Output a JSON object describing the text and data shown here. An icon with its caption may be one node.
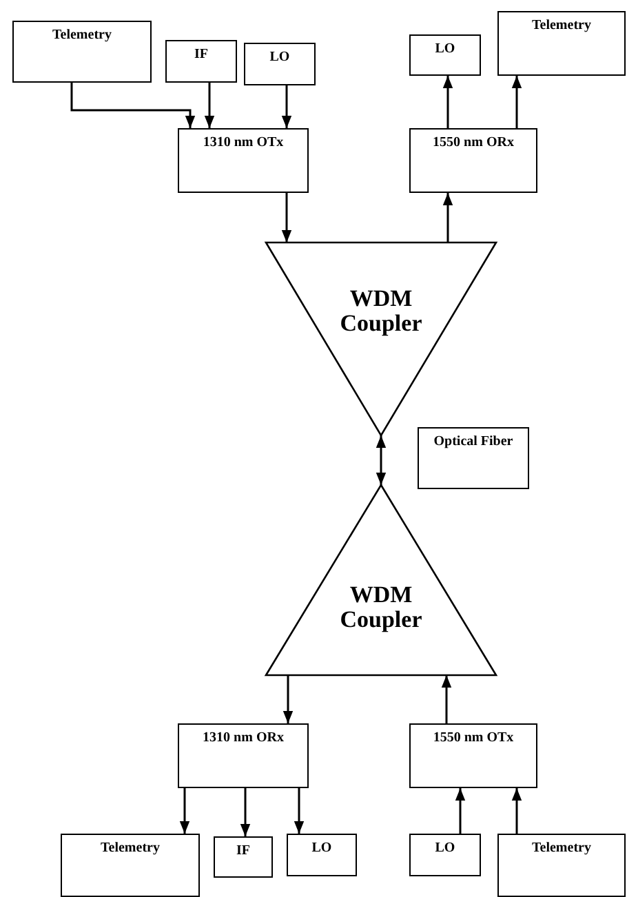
{
  "diagram": {
    "nodes": [
      {
        "text": [
          "Telemetry"
        ]
      },
      {
        "text": [
          "IF"
        ]
      },
      {
        "text": [
          "LO"
        ]
      },
      {
        "text": [
          "LO"
        ]
      },
      {
        "text": [
          "Telemetry"
        ]
      },
      {
        "text": [
          "1310 nm OTx"
        ]
      },
      {
        "text": [
          "1550 nm ORx"
        ]
      },
      {
        "text": [
          "WDM Coupler"
        ]
      },
      {
        "text": [
          "Optical Fiber"
        ]
      },
      {
        "text": [
          "WDM Coupler"
        ]
      },
      {
        "text": [
          "1310 nm ORx"
        ]
      },
      {
        "text": [
          "1550 nm OTx"
        ]
      },
      {
        "text": [
          "Telemetry"
        ]
      },
      {
        "text": [
          "IF"
        ]
      },
      {
        "text": [
          "LO"
        ]
      },
      {
        "text": [
          "LO"
        ]
      },
      {
        "text": [
          "Telemetry"
        ]
      }
    ],
    "edges": [
      {
        "from": 0,
        "to": 5,
        "arrow": "to"
      },
      {
        "from": 1,
        "to": 5,
        "arrow": "to"
      },
      {
        "from": 2,
        "to": 5,
        "arrow": "to"
      },
      {
        "from": 6,
        "to": 3,
        "arrow": "to"
      },
      {
        "from": 6,
        "to": 4,
        "arrow": "to"
      },
      {
        "from": 5,
        "to": 7,
        "arrow": "to"
      },
      {
        "from": 7,
        "to": 6,
        "arrow": "to"
      },
      {
        "from": 7,
        "to": 9,
        "arrow": "both"
      },
      {
        "from": 9,
        "to": 10,
        "arrow": "to"
      },
      {
        "from": 11,
        "to": 9,
        "arrow": "to"
      },
      {
        "from": 10,
        "to": 12,
        "arrow": "to"
      },
      {
        "from": 10,
        "to": 13,
        "arrow": "to"
      },
      {
        "from": 10,
        "to": 14,
        "arrow": "to"
      },
      {
        "from": 15,
        "to": 11,
        "arrow": "to"
      },
      {
        "from": 16,
        "to": 11,
        "arrow": "to"
      }
    ]
  }
}
